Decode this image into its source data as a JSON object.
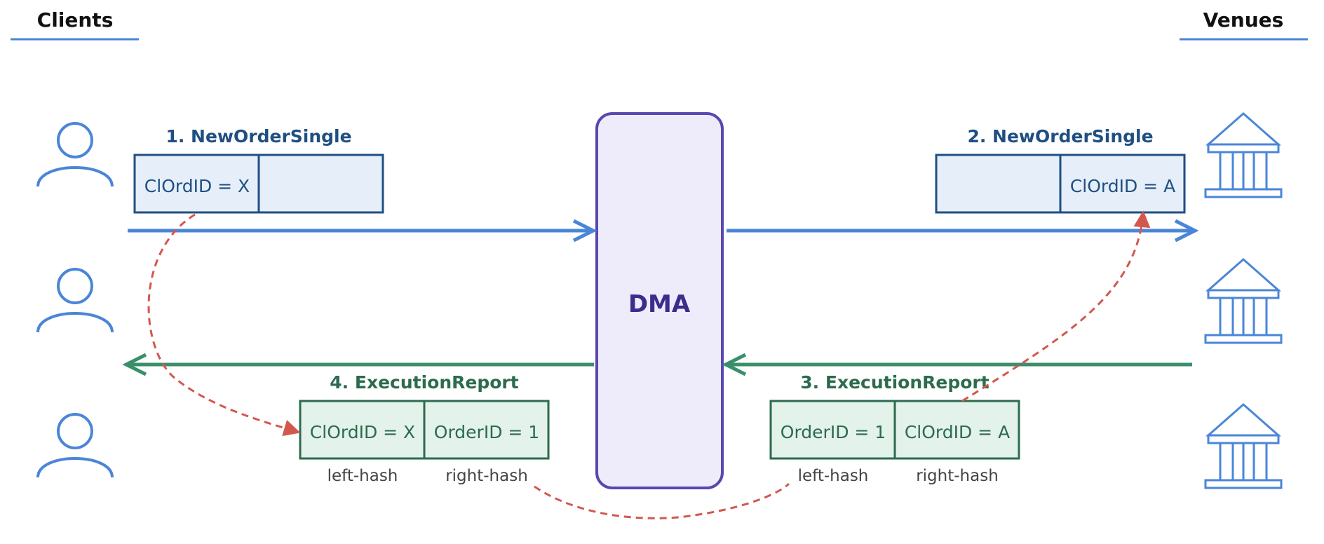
{
  "headers": {
    "left": "Clients",
    "right": "Venues"
  },
  "center": {
    "label": "DMA"
  },
  "messages": {
    "m1": {
      "title": "1. NewOrderSingle",
      "cells": [
        "ClOrdID = X",
        ""
      ]
    },
    "m2": {
      "title": "2. NewOrderSingle",
      "cells": [
        "",
        "ClOrdID = A"
      ]
    },
    "m3": {
      "title": "3. ExecutionReport",
      "cells": [
        "OrderID = 1",
        "ClOrdID = A"
      ],
      "hashes": [
        "left-hash",
        "right-hash"
      ]
    },
    "m4": {
      "title": "4. ExecutionReport",
      "cells": [
        "ClOrdID = X",
        "OrderID = 1"
      ],
      "hashes": [
        "left-hash",
        "right-hash"
      ]
    }
  },
  "icons": {
    "client": "person-icon",
    "venue": "bank-building-icon"
  },
  "colors": {
    "blue": "#4a86d8",
    "blue_dark": "#1f4f82",
    "blue_fill": "#e6eff9",
    "green": "#3a8f6a",
    "green_dark": "#2c6b4e",
    "green_fill": "#e3f2ea",
    "red_dashed": "#d2584e",
    "purple": "#5a47b0",
    "purple_fill": "#eeecfb",
    "purple_text": "#3b2d8a",
    "header_text": "#111111",
    "hash_text": "#444444"
  }
}
